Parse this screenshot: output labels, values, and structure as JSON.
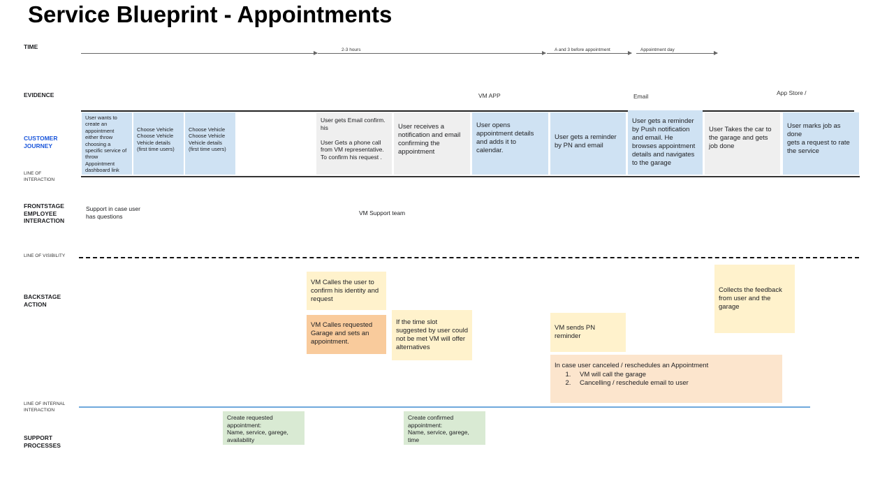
{
  "title": "Service Blueprint - Appointments",
  "rows": {
    "time": "TIME",
    "evidence": "EVIDENCE",
    "customer_journey": "CUSTOMER\nJOURNEY",
    "line_of_interaction": "LINE OF\nINTERACTION",
    "frontstage": "FRONTSTAGE\nEMPLOYEE\nINTERACTION",
    "line_of_visibility": "LINE OF VISIBILITY",
    "backstage": "BACKSTAGE\nACTION",
    "line_of_internal": "LINE OF INTERNAL\nINTERACTION",
    "support": "SUPPORT\nPROCESSES"
  },
  "time_labels": [
    "2-3 hours",
    "A and 3 before appointment",
    "Appointment day"
  ],
  "evidence_labels": [
    "VM APP",
    "Email",
    "App Store /"
  ],
  "journey": [
    "User wants to create an appointment either throw choosing a specific service of throw Appointment dashboard link",
    "Choose Vehicle\nChoose Vehicle\nVehicle details\n(first time users)",
    "Choose Vehicle\nChoose Vehicle\nVehicle details\n(first time users)",
    "User gets Email confirm. his\n\nUser Gets a phone call from VM representative. To confirm his request .",
    "User receives a notification and email confirming the appointment",
    "User opens appointment details and adds it to calendar.",
    "User gets a reminder by PN and email",
    "User gets a reminder by Push notification and email. He browses appointment details and navigates to the garage",
    "User Takes the car to the garage and gets job done",
    "User marks job as done\ngets a request to rate the service"
  ],
  "frontstage": {
    "support_text": "Support in case user\nhas questions",
    "team_text": "VM Support team"
  },
  "backstage": {
    "call_user": "VM Calles the user to confirm his identity and request",
    "call_garage": "VM Calles requested Garage and sets an appointment.",
    "time_slot": "If the time slot suggested by user could not be met VM will offer alternatives",
    "pn_reminder": "VM sends PN reminder",
    "feedback": "Collects the feedback from user and the garage",
    "cancel_title": "In case user canceled / reschedules an Appointment",
    "cancel_steps": [
      "VM will call the garage",
      "Cancelling / reschedule  email to user"
    ]
  },
  "support": [
    "Create requested appointment:\nName, service, garege, availability",
    "Create confirmed appointment:\nName, service, garege, time"
  ]
}
